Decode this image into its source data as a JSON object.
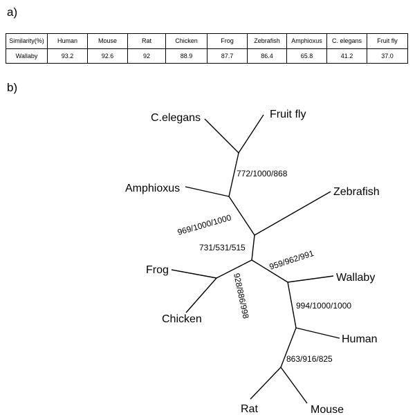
{
  "panel_a": {
    "label": "a)",
    "header_label": "Similarity(%)",
    "columns": [
      "Human",
      "Mouse",
      "Rat",
      "Chicken",
      "Frog",
      "Zebrafish",
      "Amphioxus",
      "C. elegans",
      "Fruit fly"
    ],
    "rows": [
      {
        "label": "Wallaby",
        "values": [
          "93.2",
          "92.6",
          "92",
          "88.9",
          "87.7",
          "86.4",
          "65.8",
          "41.2",
          "37.0"
        ]
      }
    ]
  },
  "panel_b": {
    "label": "b)",
    "taxa": {
      "celegans": "C.elegans",
      "fruitfly": "Fruit fly",
      "amphioxus": "Amphioxus",
      "zebrafish": "Zebrafish",
      "frog": "Frog",
      "chicken": "Chicken",
      "wallaby": "Wallaby",
      "human": "Human",
      "rat": "Rat",
      "mouse": "Mouse"
    },
    "support": {
      "invertebrates": "772/1000/868",
      "chordates": "969/1000/1000",
      "vertebrates": "731/531/515",
      "mammals": "959/962/991",
      "placentals": "994/1000/1000",
      "rodents": "863/916/825",
      "birds_frog": "928/886/998"
    }
  }
}
